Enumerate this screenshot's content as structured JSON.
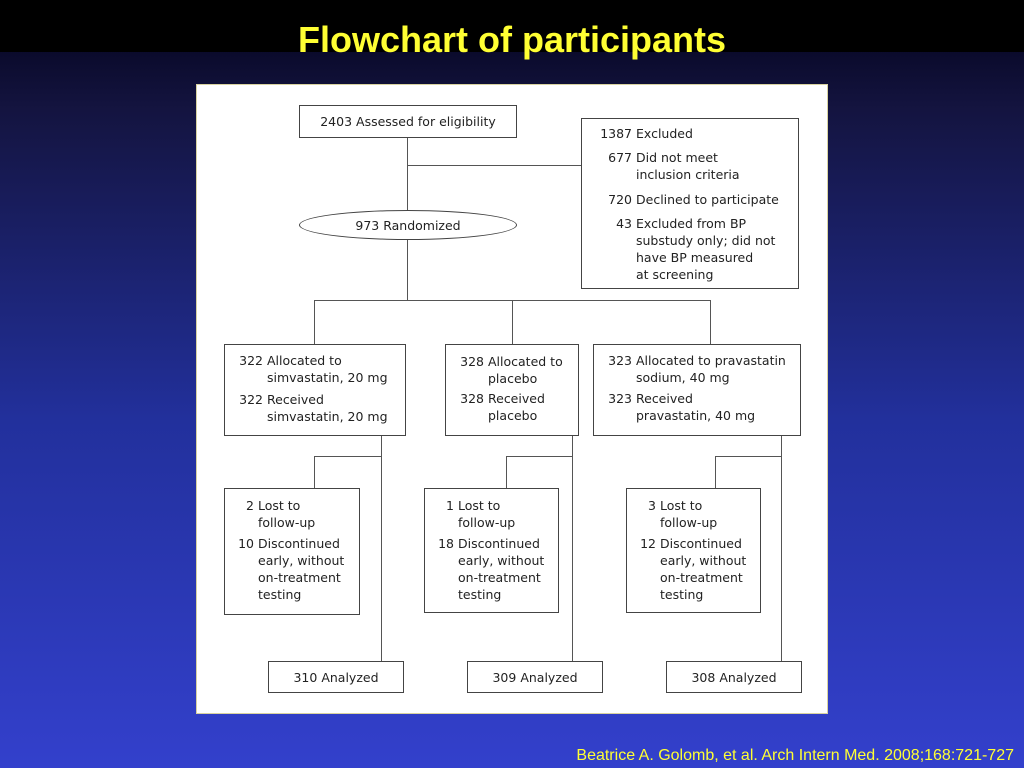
{
  "title": "Flowchart of participants",
  "citation": "Beatrice A. Golomb, et al. Arch Intern Med. 2008;168:721-727",
  "diagram": {
    "assessed": "2403 Assessed for eligibility",
    "excluded": [
      {
        "n": "1387",
        "t": "Excluded"
      },
      {
        "n": "677",
        "t": "Did not meet\ninclusion criteria"
      },
      {
        "n": "720",
        "t": "Declined to participate"
      },
      {
        "n": "43",
        "t": "Excluded from BP\nsubstudy only; did not\nhave BP measured\nat screening"
      }
    ],
    "randomized": "973 Randomized",
    "arms": [
      {
        "allocated": [
          {
            "n": "322",
            "t": "Allocated to\nsimvastatin, 20 mg"
          },
          {
            "n": "322",
            "t": "Received\nsimvastatin, 20 mg"
          }
        ],
        "followup": [
          {
            "n": "2",
            "t": "Lost to\nfollow-up"
          },
          {
            "n": "10",
            "t": "Discontinued\nearly, without\non-treatment\ntesting"
          }
        ],
        "analyzed": "310 Analyzed"
      },
      {
        "allocated": [
          {
            "n": "328",
            "t": "Allocated to\nplacebo"
          },
          {
            "n": "328",
            "t": "Received\nplacebo"
          }
        ],
        "followup": [
          {
            "n": "1",
            "t": "Lost to\nfollow-up"
          },
          {
            "n": "18",
            "t": "Discontinued\nearly, without\non-treatment\ntesting"
          }
        ],
        "analyzed": "309 Analyzed"
      },
      {
        "allocated": [
          {
            "n": "323",
            "t": "Allocated to pravastatin\nsodium, 40 mg"
          },
          {
            "n": "323",
            "t": "Received\npravastatin, 40 mg"
          }
        ],
        "followup": [
          {
            "n": "3",
            "t": "Lost to\nfollow-up"
          },
          {
            "n": "12",
            "t": "Discontinued\nearly, without\non-treatment\ntesting"
          }
        ],
        "analyzed": "308 Analyzed"
      }
    ]
  }
}
